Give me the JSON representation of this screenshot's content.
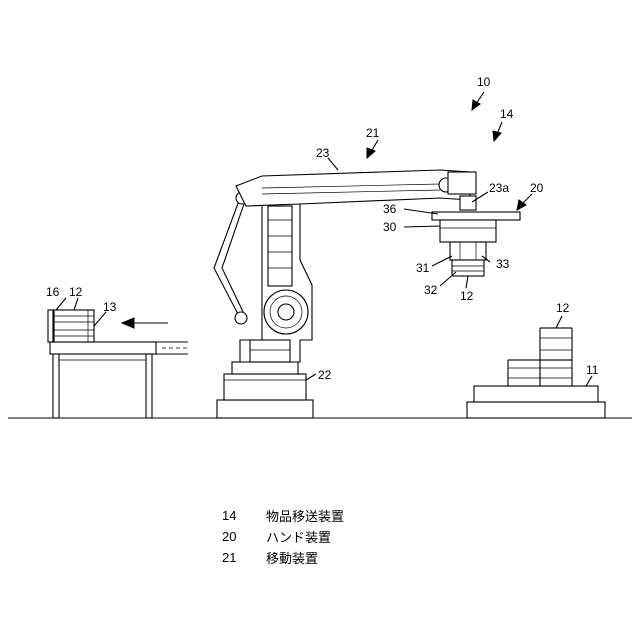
{
  "labels": {
    "n10": "10",
    "n14": "14",
    "n21": "21",
    "n23": "23",
    "n20": "20",
    "n23a": "23a",
    "n36": "36",
    "n30": "30",
    "n31": "31",
    "n33": "33",
    "n32": "32",
    "n12_hand": "12",
    "n16": "16",
    "n12_left": "12",
    "n13": "13",
    "n22": "22",
    "n12_right": "12",
    "n11": "11"
  },
  "legend": [
    {
      "num": "14",
      "text": "物品移送装置"
    },
    {
      "num": "20",
      "text": "ハンド装置"
    },
    {
      "num": "21",
      "text": "移動装置"
    }
  ]
}
